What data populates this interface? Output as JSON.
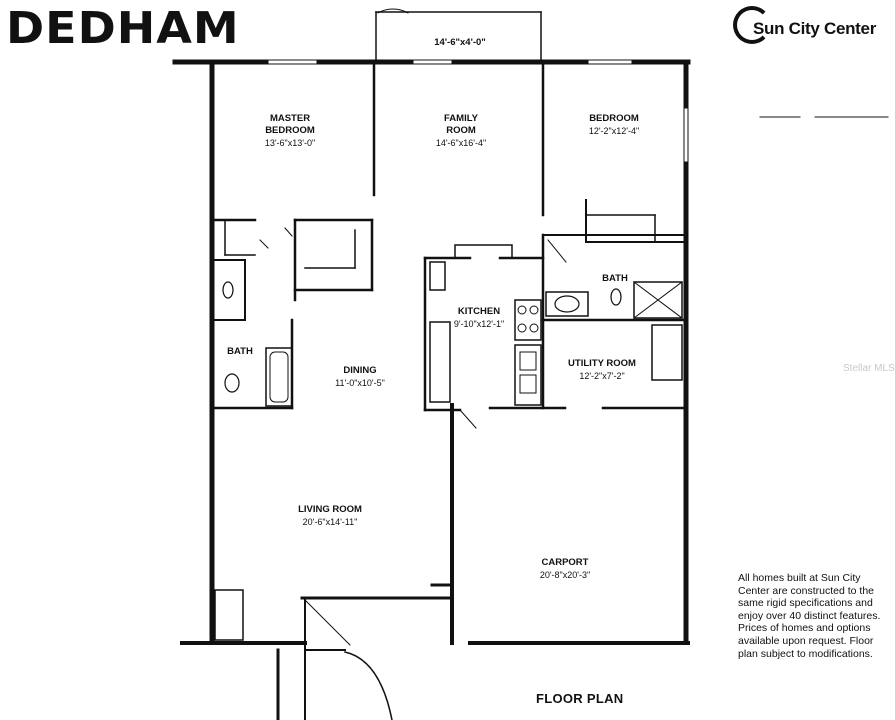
{
  "brand": {
    "model_name": "DEDHAM",
    "logo_text": "Sun City Center"
  },
  "porch_dimension": "14'-6\"x4'-0\"",
  "rooms": {
    "master_bedroom": {
      "name": "MASTER\nBEDROOM",
      "dims": "13'-6\"x13'-0\""
    },
    "family_room": {
      "name": "FAMILY\nROOM",
      "dims": "14'-6\"x16'-4\""
    },
    "bedroom": {
      "name": "BEDROOM",
      "dims": "12'-2\"x12'-4\""
    },
    "bath_right": {
      "name": "BATH"
    },
    "kitchen": {
      "name": "KITCHEN",
      "dims": "9'-10\"x12'-1\""
    },
    "bath_left": {
      "name": "BATH"
    },
    "utility_room": {
      "name": "UTILITY ROOM",
      "dims": "12'-2\"x7'-2\""
    },
    "dining": {
      "name": "DINING",
      "dims": "11'-0\"x10'-5\""
    },
    "living_room": {
      "name": "LIVING ROOM",
      "dims": "20'-6\"x14'-11\""
    },
    "carport": {
      "name": "CARPORT",
      "dims": "20'-8\"x20'-3\""
    }
  },
  "note": "All homes built at Sun City Center are constructed to the same rigid specifications and enjoy over 40 distinct features.  Prices of homes and options available upon request. Floor plan subject to modifications.",
  "caption": "FLOOR PLAN",
  "watermark": "Stellar MLS",
  "colors": {
    "ink": "#111111",
    "paper": "#ffffff"
  }
}
